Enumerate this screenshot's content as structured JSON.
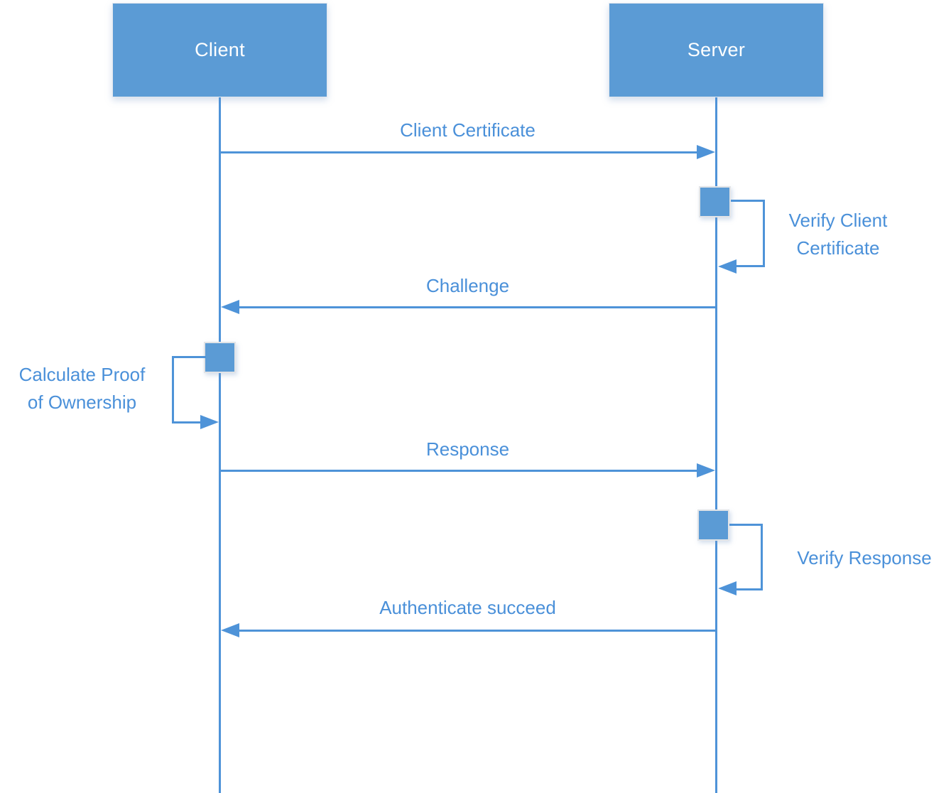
{
  "diagram": {
    "type": "sequence-diagram",
    "colors": {
      "fill": "#5B9BD5",
      "line": "#4E93D8",
      "text": "#4A90D9"
    },
    "actors": [
      {
        "name": "Client"
      },
      {
        "name": "Server"
      }
    ],
    "messages": [
      {
        "label": "Client Certificate",
        "from": "Client",
        "to": "Server",
        "kind": "arrow"
      },
      {
        "label": "Verify Client\nCertificate",
        "actor": "Server",
        "kind": "self-call"
      },
      {
        "label": "Challenge",
        "from": "Server",
        "to": "Client",
        "kind": "arrow"
      },
      {
        "label": "Calculate Proof\nof Ownership",
        "actor": "Client",
        "kind": "self-call"
      },
      {
        "label": "Response",
        "from": "Client",
        "to": "Server",
        "kind": "arrow"
      },
      {
        "label": "Verify Response",
        "actor": "Server",
        "kind": "self-call"
      },
      {
        "label": "Authenticate succeed",
        "from": "Server",
        "to": "Client",
        "kind": "arrow"
      }
    ]
  }
}
